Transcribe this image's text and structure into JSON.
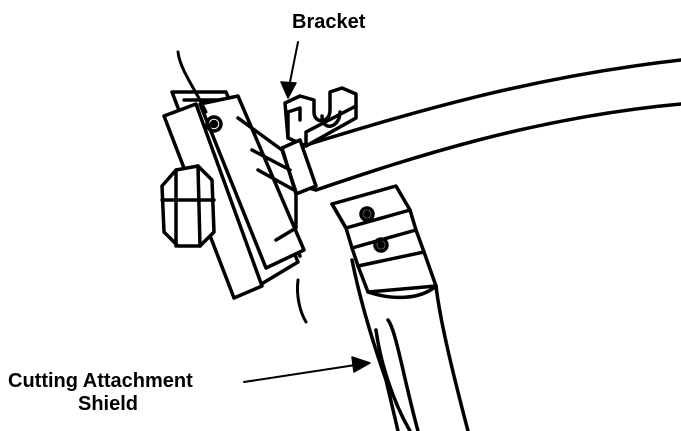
{
  "labels": {
    "bracket": "Bracket",
    "shield_line1": "Cutting Attachment",
    "shield_line2": "Shield"
  },
  "colors": {
    "ink": "#000000",
    "paper": "#ffffff"
  }
}
